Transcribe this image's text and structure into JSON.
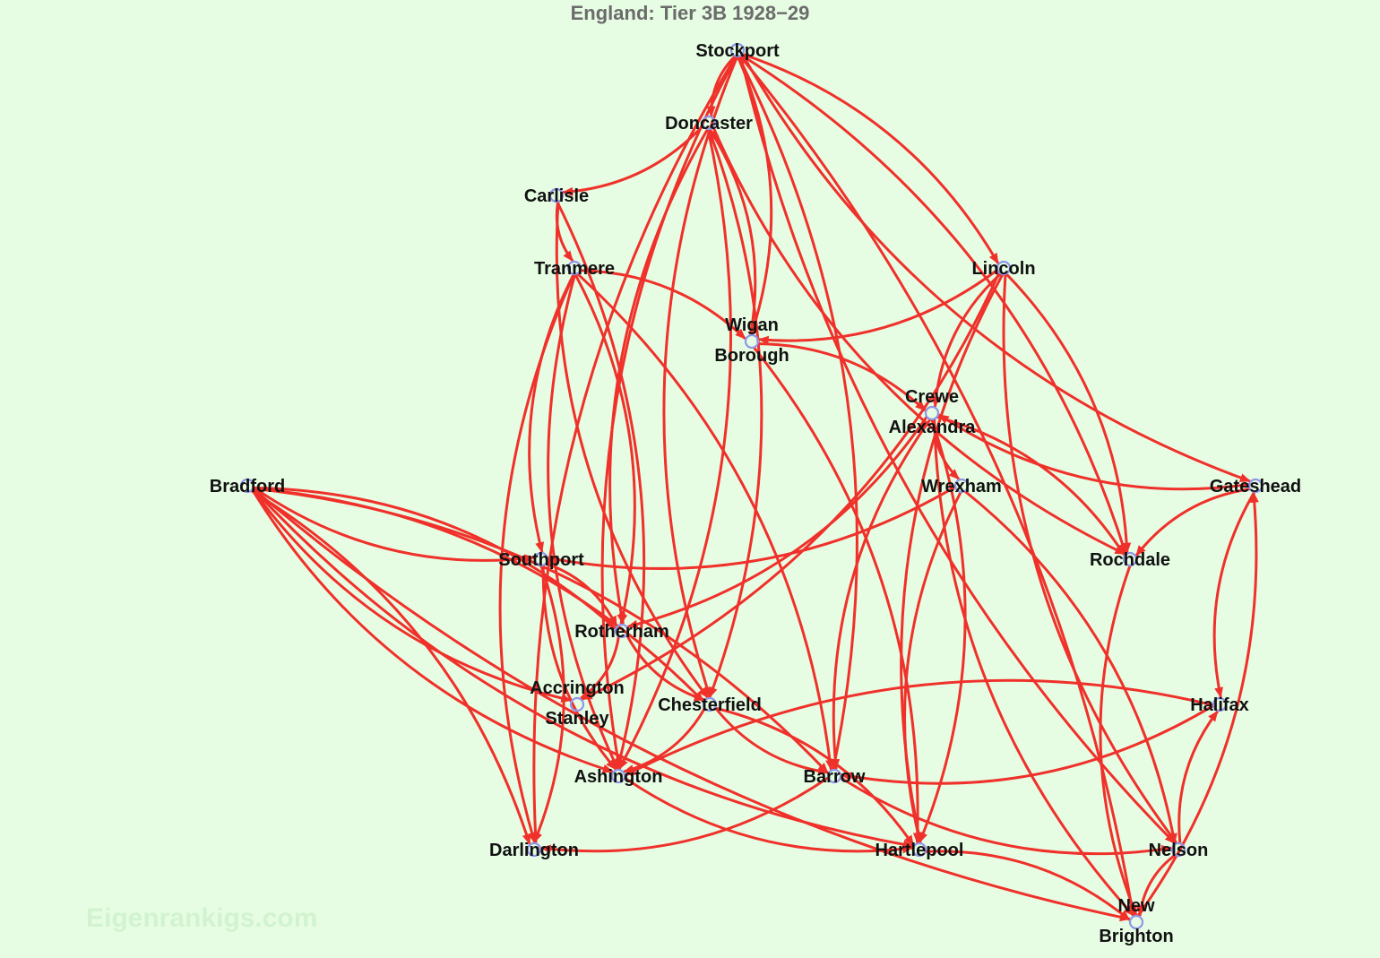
{
  "title": "England: Tier 3B 1928−29",
  "watermark": "Eigenrankigs.com",
  "colors": {
    "background": "#e6fde3",
    "edge": "#f0302a",
    "node_outline": "#8f96e8",
    "label": "#111111",
    "title": "#6b6b6b"
  },
  "nodes": [
    {
      "id": "stockport",
      "label": [
        "Stockport"
      ]
    },
    {
      "id": "doncaster",
      "label": [
        "Doncaster"
      ]
    },
    {
      "id": "carlisle",
      "label": [
        "Carlisle"
      ]
    },
    {
      "id": "tranmere",
      "label": [
        "Tranmere"
      ]
    },
    {
      "id": "lincoln",
      "label": [
        "Lincoln"
      ]
    },
    {
      "id": "wigan",
      "label": [
        "Wigan",
        "Borough"
      ]
    },
    {
      "id": "crewe",
      "label": [
        "Crewe",
        "Alexandra"
      ]
    },
    {
      "id": "bradford",
      "label": [
        "Bradford"
      ]
    },
    {
      "id": "wrexham",
      "label": [
        "Wrexham"
      ]
    },
    {
      "id": "gateshead",
      "label": [
        "Gateshead"
      ]
    },
    {
      "id": "southport",
      "label": [
        "Southport"
      ]
    },
    {
      "id": "rochdale",
      "label": [
        "Rochdale"
      ]
    },
    {
      "id": "rotherham",
      "label": [
        "Rotherham"
      ]
    },
    {
      "id": "accrington",
      "label": [
        "Accrington",
        "Stanley"
      ]
    },
    {
      "id": "chesterfield",
      "label": [
        "Chesterfield"
      ]
    },
    {
      "id": "halifax",
      "label": [
        "Halifax"
      ]
    },
    {
      "id": "ashington",
      "label": [
        "Ashington"
      ]
    },
    {
      "id": "barrow",
      "label": [
        "Barrow"
      ]
    },
    {
      "id": "darlington",
      "label": [
        "Darlington"
      ]
    },
    {
      "id": "hartlepool",
      "label": [
        "Hartlepool"
      ]
    },
    {
      "id": "nelson",
      "label": [
        "Nelson"
      ]
    },
    {
      "id": "newbrighton",
      "label": [
        "New",
        "Brighton"
      ]
    }
  ],
  "edges": [
    [
      "stockport",
      "doncaster"
    ],
    [
      "stockport",
      "lincoln"
    ],
    [
      "stockport",
      "gateshead"
    ],
    [
      "stockport",
      "rochdale"
    ],
    [
      "stockport",
      "chesterfield"
    ],
    [
      "stockport",
      "wigan"
    ],
    [
      "stockport",
      "ashington"
    ],
    [
      "stockport",
      "barrow"
    ],
    [
      "stockport",
      "darlington"
    ],
    [
      "stockport",
      "newbrighton"
    ],
    [
      "stockport",
      "nelson"
    ],
    [
      "doncaster",
      "carlisle"
    ],
    [
      "doncaster",
      "rotherham"
    ],
    [
      "doncaster",
      "chesterfield"
    ],
    [
      "doncaster",
      "rochdale"
    ],
    [
      "doncaster",
      "ashington"
    ],
    [
      "carlisle",
      "tranmere"
    ],
    [
      "carlisle",
      "ashington"
    ],
    [
      "carlisle",
      "chesterfield"
    ],
    [
      "tranmere",
      "wigan"
    ],
    [
      "tranmere",
      "southport"
    ],
    [
      "tranmere",
      "rotherham"
    ],
    [
      "tranmere",
      "darlington"
    ],
    [
      "tranmere",
      "barrow"
    ],
    [
      "tranmere",
      "ashington"
    ],
    [
      "lincoln",
      "wigan"
    ],
    [
      "lincoln",
      "crewe"
    ],
    [
      "lincoln",
      "rochdale"
    ],
    [
      "lincoln",
      "nelson"
    ],
    [
      "lincoln",
      "accrington"
    ],
    [
      "lincoln",
      "hartlepool"
    ],
    [
      "wigan",
      "crewe"
    ],
    [
      "wigan",
      "doncaster"
    ],
    [
      "wigan",
      "hartlepool"
    ],
    [
      "crewe",
      "wrexham"
    ],
    [
      "crewe",
      "rotherham"
    ],
    [
      "crewe",
      "barrow"
    ],
    [
      "crewe",
      "hartlepool"
    ],
    [
      "crewe",
      "newbrighton"
    ],
    [
      "crewe",
      "rochdale"
    ],
    [
      "bradford",
      "southport"
    ],
    [
      "bradford",
      "rotherham"
    ],
    [
      "bradford",
      "accrington"
    ],
    [
      "bradford",
      "chesterfield"
    ],
    [
      "bradford",
      "ashington"
    ],
    [
      "bradford",
      "barrow"
    ],
    [
      "bradford",
      "hartlepool"
    ],
    [
      "bradford",
      "darlington"
    ],
    [
      "bradford",
      "newbrighton"
    ],
    [
      "wrexham",
      "southport"
    ],
    [
      "wrexham",
      "hartlepool"
    ],
    [
      "wrexham",
      "nelson"
    ],
    [
      "gateshead",
      "rochdale"
    ],
    [
      "gateshead",
      "crewe"
    ],
    [
      "gateshead",
      "halifax"
    ],
    [
      "southport",
      "rotherham"
    ],
    [
      "southport",
      "ashington"
    ],
    [
      "southport",
      "darlington"
    ],
    [
      "rochdale",
      "newbrighton"
    ],
    [
      "rotherham",
      "accrington"
    ],
    [
      "rotherham",
      "chesterfield"
    ],
    [
      "chesterfield",
      "ashington"
    ],
    [
      "chesterfield",
      "barrow"
    ],
    [
      "chesterfield",
      "hartlepool"
    ],
    [
      "halifax",
      "ashington"
    ],
    [
      "halifax",
      "barrow"
    ],
    [
      "ashington",
      "hartlepool"
    ],
    [
      "barrow",
      "darlington"
    ],
    [
      "barrow",
      "nelson"
    ],
    [
      "hartlepool",
      "newbrighton"
    ],
    [
      "nelson",
      "newbrighton"
    ],
    [
      "nelson",
      "halifax"
    ],
    [
      "newbrighton",
      "gateshead"
    ]
  ]
}
